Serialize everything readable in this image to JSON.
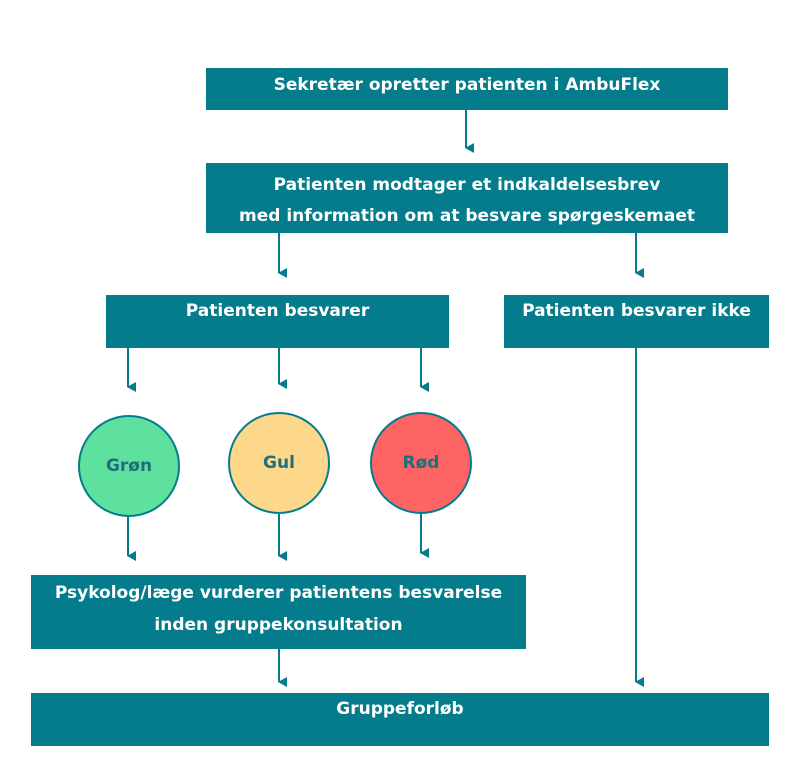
{
  "colors": {
    "box": "#047c8c",
    "green": "#5ee19f",
    "yellow": "#fdd78a",
    "red": "#fe6464"
  },
  "nodes": {
    "start": "Sekretær opretter patienten i AmbuFlex",
    "letter_line1": "Patienten modtager et indkaldelsesbrev",
    "letter_line2": "med information om at besvare spørgeskemaet",
    "answers": "Patienten besvarer",
    "no_answer": "Patienten besvarer ikke",
    "green": "Grøn",
    "yellow": "Gul",
    "red": "Rød",
    "review_line1": "Psykolog/læge vurderer patientens besvarelse",
    "review_line2": "inden gruppekonsultation",
    "group": "Gruppeforløb"
  }
}
